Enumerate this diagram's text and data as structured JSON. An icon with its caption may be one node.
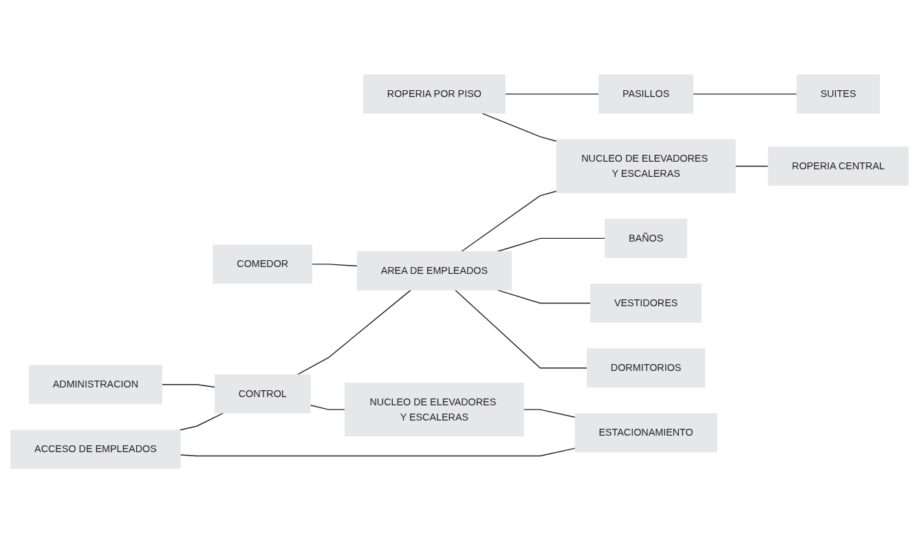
{
  "diagram": {
    "nodes": [
      {
        "text": [
          "SUITES"
        ]
      },
      {
        "text": [
          "ADMINISTRACION"
        ]
      },
      {
        "text": [
          "COMEDOR"
        ]
      },
      {
        "text": [
          "ROPERIA POR PISO"
        ]
      },
      {
        "text": [
          "PASILLOS"
        ]
      },
      {
        "text": [
          "ACCESO DE EMPLEADOS"
        ]
      },
      {
        "text": [
          "CONTROL"
        ]
      },
      {
        "text": [
          "AREA DE EMPLEADOS"
        ]
      },
      {
        "text": [
          "NUCLEO DE ELEVADORES Y ESCALERAS"
        ]
      },
      {
        "text": [
          "ROPERIA CENTRAL"
        ]
      },
      {
        "text": [
          "NUCLEO DE ELEVADORES Y ESCALERAS"
        ]
      },
      {
        "text": [
          "BAÑOS"
        ]
      },
      {
        "text": [
          "VESTIDORES"
        ]
      },
      {
        "text": [
          "ESTACIONAMIENTO"
        ]
      },
      {
        "text": [
          "DORMITORIOS"
        ]
      }
    ],
    "edges": [
      {
        "from": 4,
        "to": 0,
        "arrow": "none"
      },
      {
        "from": 3,
        "to": 4,
        "arrow": "none"
      },
      {
        "from": 1,
        "to": 6,
        "arrow": "none"
      },
      {
        "from": 2,
        "to": 7,
        "arrow": "none"
      },
      {
        "from": 3,
        "to": 8,
        "arrow": "none"
      },
      {
        "from": 5,
        "to": 6,
        "arrow": "none"
      },
      {
        "from": 6,
        "to": 7,
        "arrow": "none"
      },
      {
        "from": 7,
        "to": 8,
        "arrow": "none"
      },
      {
        "from": 8,
        "to": 9,
        "arrow": "none"
      },
      {
        "from": 6,
        "to": 10,
        "arrow": "none"
      },
      {
        "from": 10,
        "to": 13,
        "arrow": "none"
      },
      {
        "from": 5,
        "to": 13,
        "arrow": "none"
      },
      {
        "from": 7,
        "to": 11,
        "arrow": "none"
      },
      {
        "from": 7,
        "to": 12,
        "arrow": "none"
      },
      {
        "from": 7,
        "to": 14,
        "arrow": "none"
      }
    ]
  }
}
